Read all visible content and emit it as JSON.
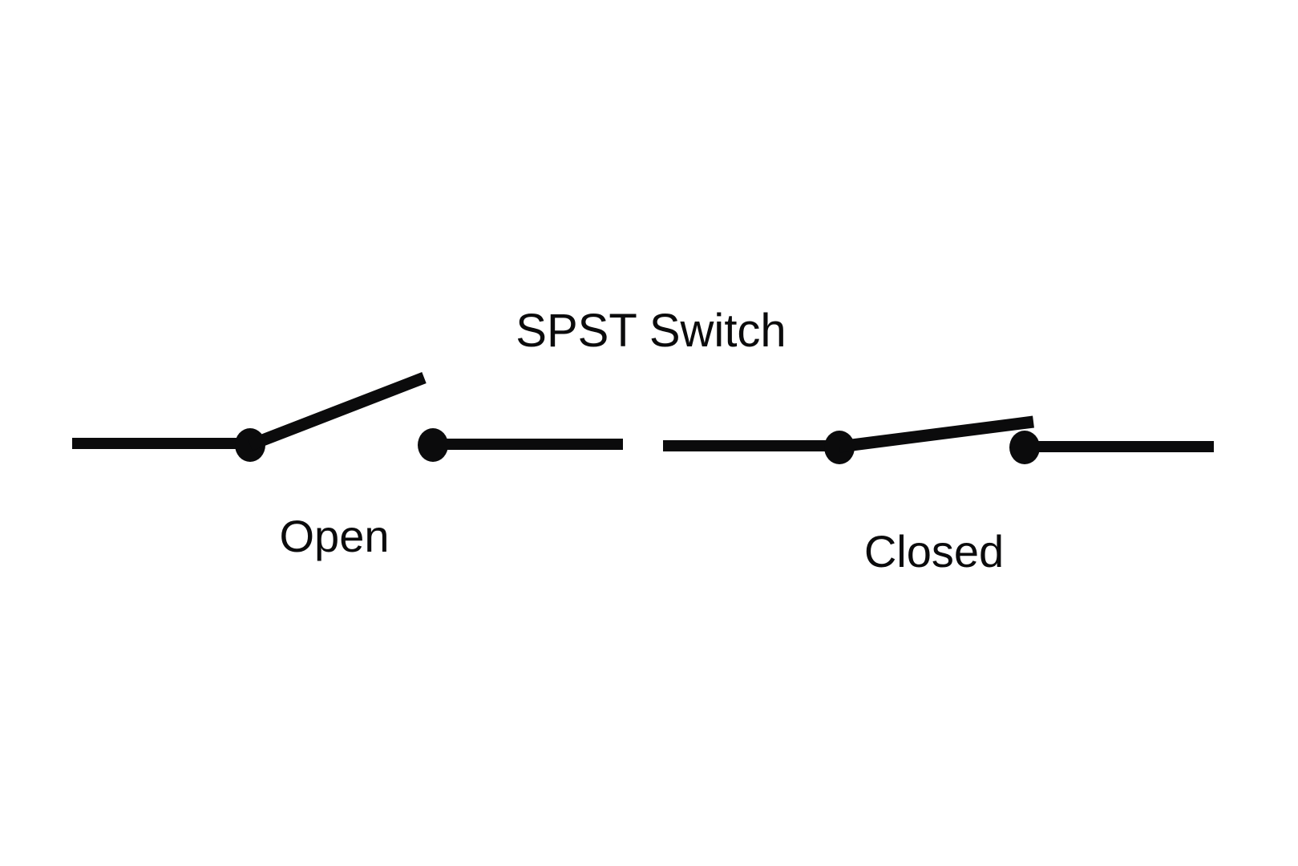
{
  "title": "SPST Switch",
  "diagram": {
    "type": "circuit-schematic",
    "component": "single-pole single-throw switch",
    "states": [
      {
        "id": "open",
        "label": "Open"
      },
      {
        "id": "closed",
        "label": "Closed"
      }
    ]
  },
  "colors": {
    "line": "#0b0b0c",
    "background": "#ffffff"
  }
}
